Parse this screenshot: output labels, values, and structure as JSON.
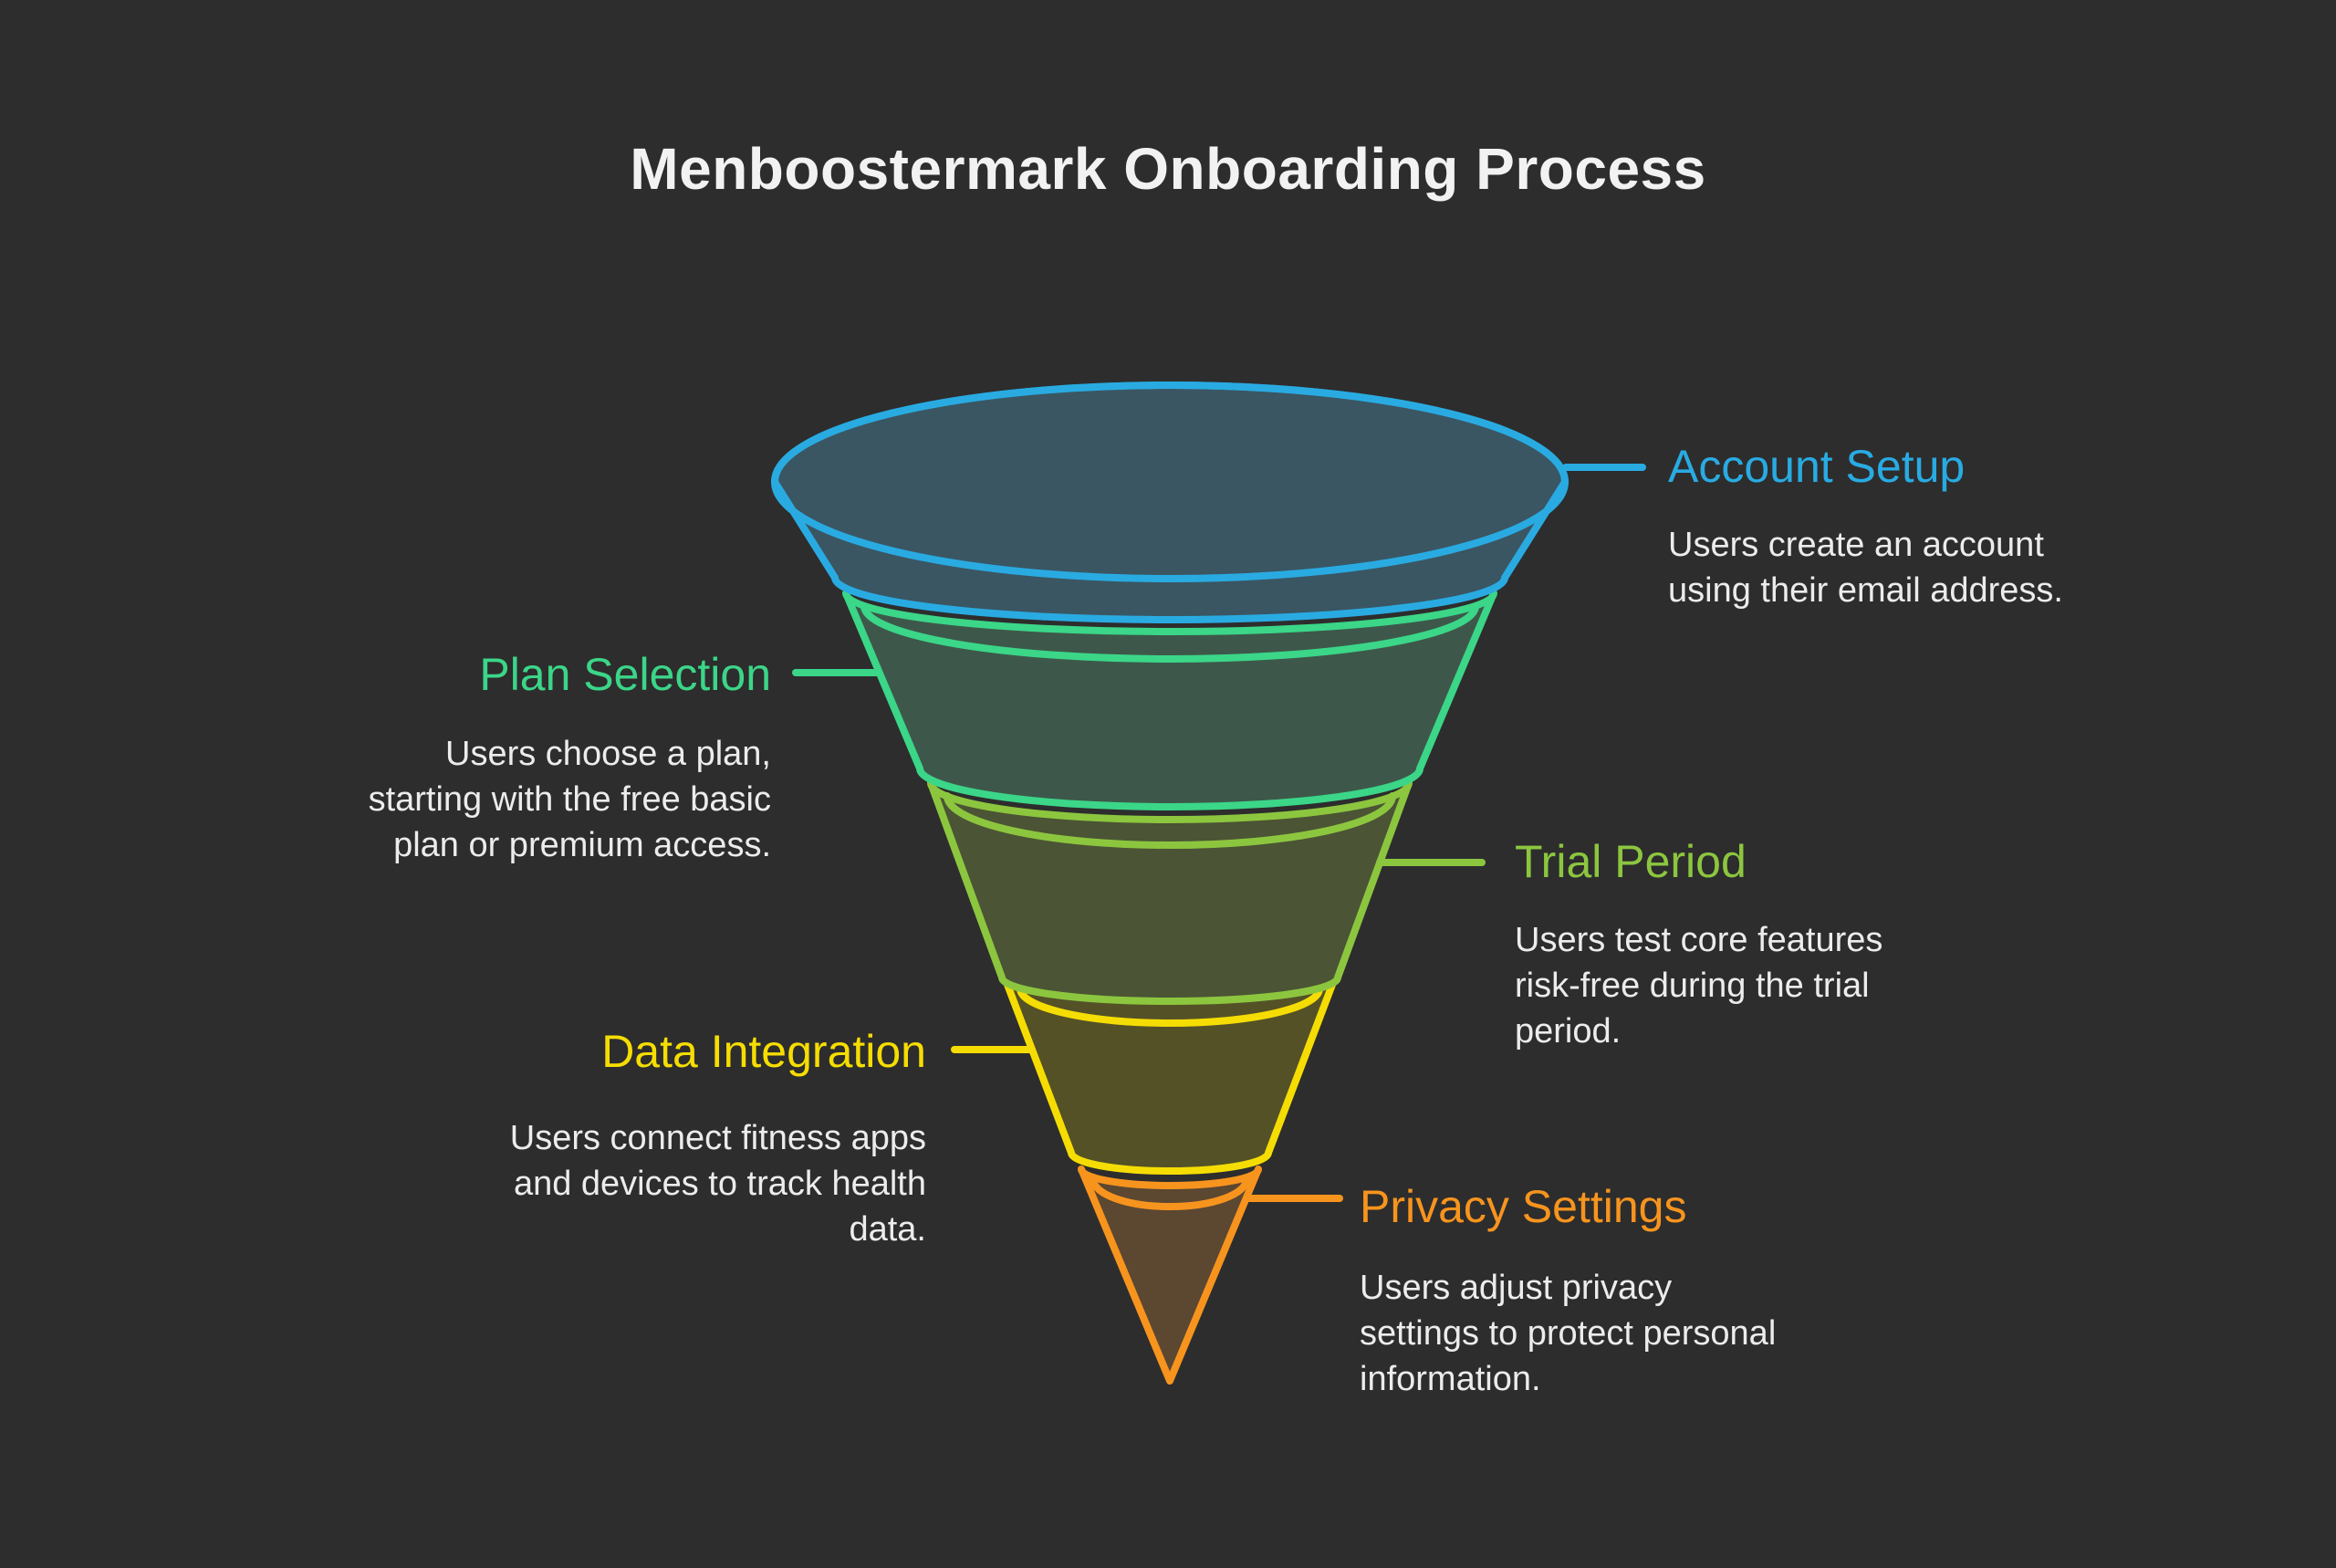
{
  "title": "Menboostermark Onboarding Process",
  "background": "#2d2d2d",
  "text_color": "#ececec",
  "stages": [
    {
      "name": "Account Setup",
      "color": "#29abe2",
      "fill": "#3a5663",
      "desc_lines": [
        "Users create an account",
        "using their email address."
      ]
    },
    {
      "name": "Plan Selection",
      "color": "#3bd688",
      "fill": "#3d584a",
      "desc_lines": [
        "Users choose a plan,",
        "starting with the free basic",
        "plan or premium access."
      ]
    },
    {
      "name": "Trial Period",
      "color": "#8cc63f",
      "fill": "#4b5434",
      "desc_lines": [
        "Users test core features",
        "risk-free during the trial",
        "period."
      ]
    },
    {
      "name": "Data Integration",
      "color": "#f5dd03",
      "fill": "#545127",
      "desc_lines": [
        "Users connect fitness apps",
        "and devices to track health",
        "data."
      ]
    },
    {
      "name": "Privacy Settings",
      "color": "#f7941e",
      "fill": "#5c4731",
      "desc_lines": [
        "Users adjust privacy",
        "settings to protect personal",
        "information."
      ]
    }
  ]
}
